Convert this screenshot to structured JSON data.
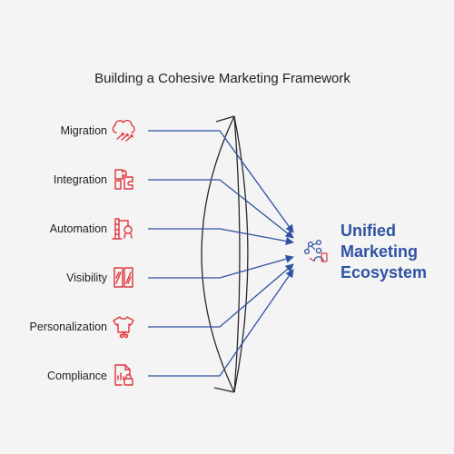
{
  "title": "Building a Cohesive Marketing Framework",
  "inputs": [
    {
      "label": "Migration",
      "icon": "cloud-migration-icon"
    },
    {
      "label": "Integration",
      "icon": "puzzle-icon"
    },
    {
      "label": "Automation",
      "icon": "robot-arm-icon"
    },
    {
      "label": "Visibility",
      "icon": "split-view-icon"
    },
    {
      "label": "Personalization",
      "icon": "custom-shirt-icon"
    },
    {
      "label": "Compliance",
      "icon": "secure-document-icon"
    }
  ],
  "outcome": {
    "lines": [
      "Unified",
      "Marketing",
      "Ecosystem"
    ],
    "icon": "network-person-icon"
  },
  "colors": {
    "accent": "#e0363c",
    "outcome": "#2f52a3",
    "background": "#f4f4f4"
  }
}
